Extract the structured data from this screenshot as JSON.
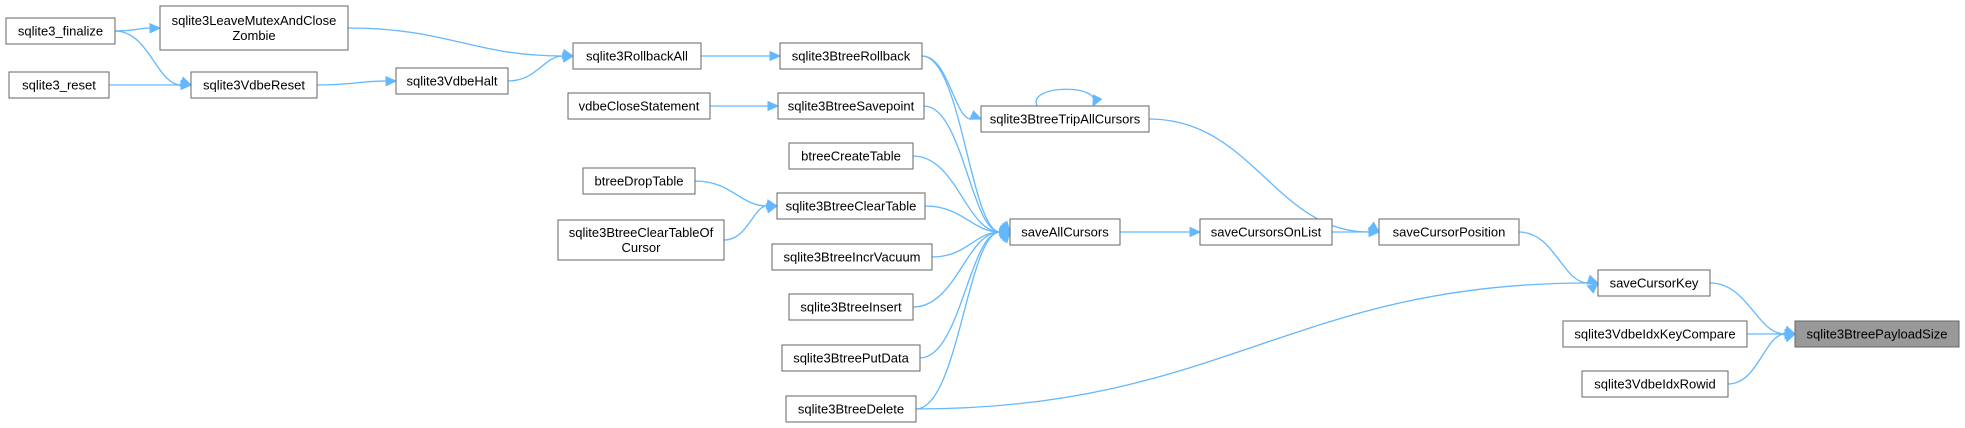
{
  "graph": {
    "focus": "sqlite3BtreePayloadSize",
    "nodes": [
      {
        "id": "sqlite3_finalize",
        "lines": [
          "sqlite3_finalize"
        ]
      },
      {
        "id": "sqlite3LeaveMutexAndCloseZombie",
        "lines": [
          "sqlite3LeaveMutexAndClose",
          "Zombie"
        ]
      },
      {
        "id": "sqlite3_reset",
        "lines": [
          "sqlite3_reset"
        ]
      },
      {
        "id": "sqlite3VdbeReset",
        "lines": [
          "sqlite3VdbeReset"
        ]
      },
      {
        "id": "sqlite3VdbeHalt",
        "lines": [
          "sqlite3VdbeHalt"
        ]
      },
      {
        "id": "sqlite3RollbackAll",
        "lines": [
          "sqlite3RollbackAll"
        ]
      },
      {
        "id": "sqlite3BtreeRollback",
        "lines": [
          "sqlite3BtreeRollback"
        ]
      },
      {
        "id": "vdbeCloseStatement",
        "lines": [
          "vdbeCloseStatement"
        ]
      },
      {
        "id": "sqlite3BtreeSavepoint",
        "lines": [
          "sqlite3BtreeSavepoint"
        ]
      },
      {
        "id": "sqlite3BtreeTripAllCursors",
        "lines": [
          "sqlite3BtreeTripAllCursors"
        ]
      },
      {
        "id": "btreeCreateTable",
        "lines": [
          "btreeCreateTable"
        ]
      },
      {
        "id": "btreeDropTable",
        "lines": [
          "btreeDropTable"
        ]
      },
      {
        "id": "sqlite3BtreeClearTable",
        "lines": [
          "sqlite3BtreeClearTable"
        ]
      },
      {
        "id": "sqlite3BtreeClearTableOfCursor",
        "lines": [
          "sqlite3BtreeClearTableOf",
          "Cursor"
        ]
      },
      {
        "id": "sqlite3BtreeIncrVacuum",
        "lines": [
          "sqlite3BtreeIncrVacuum"
        ]
      },
      {
        "id": "sqlite3BtreeInsert",
        "lines": [
          "sqlite3BtreeInsert"
        ]
      },
      {
        "id": "sqlite3BtreePutData",
        "lines": [
          "sqlite3BtreePutData"
        ]
      },
      {
        "id": "sqlite3BtreeDelete",
        "lines": [
          "sqlite3BtreeDelete"
        ]
      },
      {
        "id": "saveAllCursors",
        "lines": [
          "saveAllCursors"
        ]
      },
      {
        "id": "saveCursorsOnList",
        "lines": [
          "saveCursorsOnList"
        ]
      },
      {
        "id": "saveCursorPosition",
        "lines": [
          "saveCursorPosition"
        ]
      },
      {
        "id": "saveCursorKey",
        "lines": [
          "saveCursorKey"
        ]
      },
      {
        "id": "sqlite3VdbeIdxKeyCompare",
        "lines": [
          "sqlite3VdbeIdxKeyCompare"
        ]
      },
      {
        "id": "sqlite3VdbeIdxRowid",
        "lines": [
          "sqlite3VdbeIdxRowid"
        ]
      },
      {
        "id": "sqlite3BtreePayloadSize",
        "lines": [
          "sqlite3BtreePayloadSize"
        ]
      }
    ],
    "edges": [
      {
        "from": "sqlite3_finalize",
        "to": "sqlite3LeaveMutexAndCloseZombie"
      },
      {
        "from": "sqlite3_finalize",
        "to": "sqlite3VdbeReset"
      },
      {
        "from": "sqlite3_reset",
        "to": "sqlite3VdbeReset"
      },
      {
        "from": "sqlite3LeaveMutexAndCloseZombie",
        "to": "sqlite3RollbackAll"
      },
      {
        "from": "sqlite3VdbeReset",
        "to": "sqlite3VdbeHalt"
      },
      {
        "from": "sqlite3VdbeHalt",
        "to": "sqlite3RollbackAll"
      },
      {
        "from": "sqlite3RollbackAll",
        "to": "sqlite3BtreeRollback"
      },
      {
        "from": "sqlite3BtreeRollback",
        "to": "sqlite3BtreeTripAllCursors"
      },
      {
        "from": "sqlite3BtreeRollback",
        "to": "saveAllCursors"
      },
      {
        "from": "sqlite3BtreeTripAllCursors",
        "to": "sqlite3BtreeTripAllCursors"
      },
      {
        "from": "vdbeCloseStatement",
        "to": "sqlite3BtreeSavepoint"
      },
      {
        "from": "sqlite3BtreeSavepoint",
        "to": "saveAllCursors"
      },
      {
        "from": "btreeCreateTable",
        "to": "saveAllCursors"
      },
      {
        "from": "btreeDropTable",
        "to": "sqlite3BtreeClearTable"
      },
      {
        "from": "sqlite3BtreeClearTableOfCursor",
        "to": "sqlite3BtreeClearTable"
      },
      {
        "from": "sqlite3BtreeClearTable",
        "to": "saveAllCursors"
      },
      {
        "from": "sqlite3BtreeIncrVacuum",
        "to": "saveAllCursors"
      },
      {
        "from": "sqlite3BtreeInsert",
        "to": "saveAllCursors"
      },
      {
        "from": "sqlite3BtreePutData",
        "to": "saveAllCursors"
      },
      {
        "from": "sqlite3BtreeDelete",
        "to": "saveAllCursors"
      },
      {
        "from": "sqlite3BtreeDelete",
        "to": "saveCursorKey"
      },
      {
        "from": "saveAllCursors",
        "to": "saveCursorsOnList"
      },
      {
        "from": "saveCursorsOnList",
        "to": "saveCursorPosition"
      },
      {
        "from": "sqlite3BtreeTripAllCursors",
        "to": "saveCursorPosition"
      },
      {
        "from": "saveCursorPosition",
        "to": "saveCursorKey"
      },
      {
        "from": "saveCursorKey",
        "to": "sqlite3BtreePayloadSize"
      },
      {
        "from": "sqlite3VdbeIdxKeyCompare",
        "to": "sqlite3BtreePayloadSize"
      },
      {
        "from": "sqlite3VdbeIdxRowid",
        "to": "sqlite3BtreePayloadSize"
      }
    ]
  },
  "colors": {
    "edge": "#63b8ff",
    "node_border": "#666666",
    "node_fill": "#ffffff",
    "focus_fill": "#999999"
  }
}
